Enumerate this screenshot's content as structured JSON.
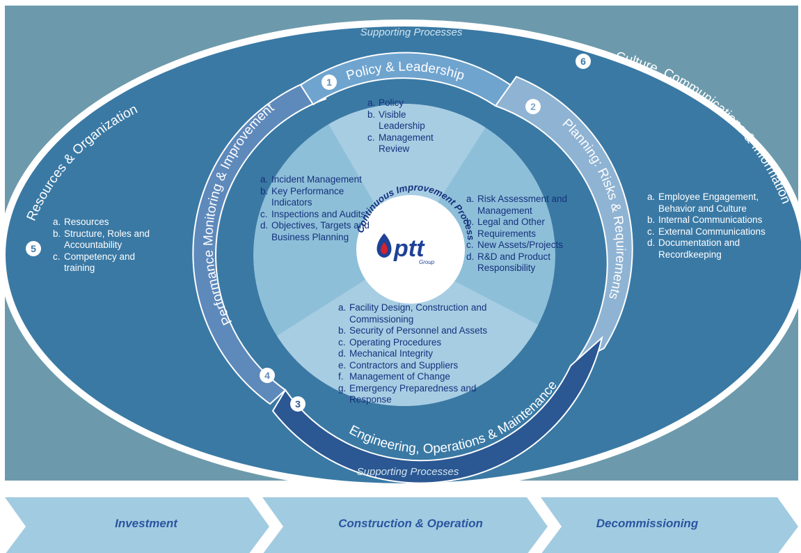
{
  "diagram": {
    "supporting_top": "Supporting Processes",
    "supporting_bottom": "Supporting Processes",
    "center": {
      "title": "Continuous Improvement Process",
      "logo_text": "ptt",
      "logo_sub": "Group"
    },
    "elements": [
      {
        "number": "1",
        "title": "Policy & Leadership",
        "items": [
          {
            "marker": "a.",
            "text": "Policy"
          },
          {
            "marker": "b.",
            "text": "Visible Leadership"
          },
          {
            "marker": "c.",
            "text": "Management Review"
          }
        ]
      },
      {
        "number": "2",
        "title": "Planning: Risks & Requirements",
        "items": [
          {
            "marker": "a.",
            "text": "Risk Assessment and Management"
          },
          {
            "marker": "b.",
            "text": "Legal and Other Requirements"
          },
          {
            "marker": "c.",
            "text": "New Assets/Projects"
          },
          {
            "marker": "d.",
            "text": "R&D and Product Responsibility"
          }
        ]
      },
      {
        "number": "3",
        "title": "Engineering, Operations & Maintenance",
        "items": [
          {
            "marker": "a.",
            "text": "Facility Design, Construction and Commissioning"
          },
          {
            "marker": "b.",
            "text": "Security of Personnel and Assets"
          },
          {
            "marker": "c.",
            "text": "Operating Procedures"
          },
          {
            "marker": "d.",
            "text": "Mechanical Integrity"
          },
          {
            "marker": "e.",
            "text": "Contractors and Suppliers"
          },
          {
            "marker": "f.",
            "text": "Management of Change"
          },
          {
            "marker": "g.",
            "text": "Emergency Preparedness and Response"
          }
        ]
      },
      {
        "number": "4",
        "title": "Performance Monitoring & Improvement",
        "items": [
          {
            "marker": "a.",
            "text": "Incident Management"
          },
          {
            "marker": "b.",
            "text": "Key Performance Indicators"
          },
          {
            "marker": "c.",
            "text": "Inspections and Audits"
          },
          {
            "marker": "d.",
            "text": "Objectives, Targets and Business Planning"
          }
        ]
      },
      {
        "number": "5",
        "title": "Resources & Organization",
        "items": [
          {
            "marker": "a.",
            "text": "Resources"
          },
          {
            "marker": "b.",
            "text": "Structure, Roles and Accountability"
          },
          {
            "marker": "c.",
            "text": "Competency and training"
          }
        ]
      },
      {
        "number": "6",
        "title": "Culture, Communications & Information",
        "items": [
          {
            "marker": "a.",
            "text": "Employee Engagement, Behavior and Culture"
          },
          {
            "marker": "b.",
            "text": "Internal Communications"
          },
          {
            "marker": "c.",
            "text": "External Communications"
          },
          {
            "marker": "d.",
            "text": "Documentation and Recordkeeping"
          }
        ]
      }
    ],
    "lifecycle": [
      "Investment",
      "Construction & Operation",
      "Decommissioning"
    ],
    "colors": {
      "background": "#6c9aac",
      "outer_ellipse": "#3a79a4",
      "wedge_light": "#a7cde3",
      "wedge_mid": "#8ebfd9",
      "ring_1": "#6fa4cf",
      "ring_2": "#8fb3d3",
      "ring_3": "#2b5792",
      "ring_4": "#5e89bb",
      "chevron": "#a1cbe0",
      "text_dark": "#14317c",
      "logo_blue": "#1f4196",
      "logo_red": "#d3232b"
    }
  }
}
